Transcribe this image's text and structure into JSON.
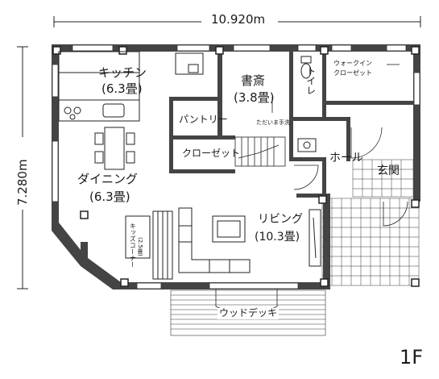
{
  "plan": {
    "width_dim": "10.920m",
    "height_dim": "7.280m",
    "floor": "1F",
    "rooms": {
      "kitchen": {
        "name": "キッチン",
        "size": "(6.3畳)"
      },
      "study": {
        "name": "書斎",
        "size": "(3.8畳)"
      },
      "toilet": "トイレ",
      "walkin": {
        "line1": "ウォークイン",
        "line2": "クローゼット"
      },
      "pantry": "パントリー",
      "closet": "クローゼット",
      "dining": {
        "name": "ダイニング",
        "size": "(6.3畳)"
      },
      "living": {
        "name": "リビング",
        "size": "(10.3畳)"
      },
      "hall": "ホール",
      "entrance": "玄関",
      "kids_corner": {
        "line1": "キッズコーナー",
        "line2": "(2.5畳)"
      },
      "wood_deck": "ウッドデッキ",
      "furniture_note": "ただいま手洗"
    }
  }
}
